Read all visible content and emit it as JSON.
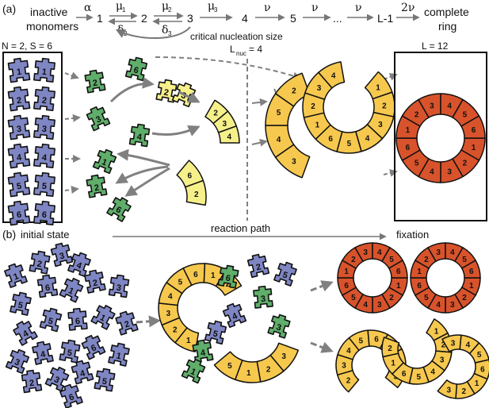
{
  "panel_a": {
    "label": "(a)",
    "scheme": {
      "inactive": "inactive",
      "monomers": "monomers",
      "states": [
        "1",
        "2",
        "3",
        "4",
        "5",
        "...",
        "L-1"
      ],
      "complete": "complete",
      "ring": "ring",
      "rates": {
        "alpha": "α",
        "mu": "μ",
        "mu1_sub": "1",
        "mu2_sub": "2",
        "mu3_sub": "3",
        "delta": "δ",
        "delta2_sub": "2",
        "delta3_sub": "3",
        "nu": "ν",
        "two_nu": "2ν"
      },
      "critical": "critical nucleation size"
    },
    "pool_label": "N = 2, S = 6",
    "lnuc_label": "L",
    "lnuc_sub": "nuc",
    "lnuc_value": "= 4",
    "ring_label": "L = 12",
    "pool_numbers": [
      "1",
      "1",
      "2",
      "2",
      "3",
      "3",
      "4",
      "4",
      "5",
      "5",
      "6",
      "6"
    ]
  },
  "panel_b": {
    "label": "(b)",
    "initial": "initial state",
    "path": "reaction path",
    "fixation": "fixation"
  },
  "colors": {
    "monomer": "#7f86c4",
    "nucleus": "#5fae6a",
    "light_yellow": "#f6f08a",
    "yellow": "#f6c84e",
    "orange": "#e07a3a",
    "ring_done": "#d8532b",
    "arrow": "#808080"
  }
}
